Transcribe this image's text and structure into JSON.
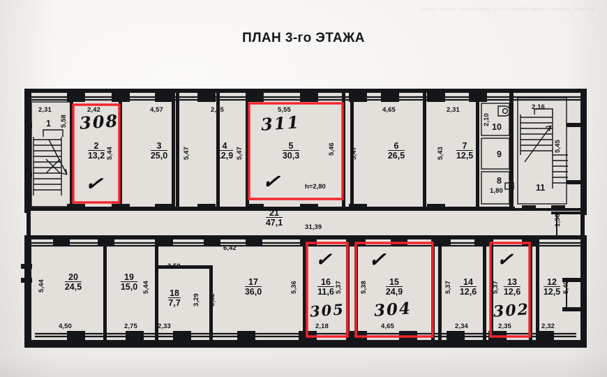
{
  "document": {
    "title": "ПЛАН 3-го ЭТАЖА",
    "type": "floor-plan-scan",
    "ceiling_note": "h=2,80",
    "corridor_length": "31,39",
    "right_edge_dim": "1,50",
    "colors": {
      "ink": "#121317",
      "highlight": "#f5232b",
      "paper": "#f3f1ef",
      "room_fill": "#e3e0db"
    }
  },
  "rooms": [
    {
      "id": "1",
      "number": "1",
      "area": null,
      "width": "2,31",
      "height": "5,58",
      "highlighted": false,
      "hand": null,
      "feature": "staircase"
    },
    {
      "id": "2",
      "number": "2",
      "area": "13,2",
      "width": "2,42",
      "height": "5,44",
      "highlighted": true,
      "hand": "308",
      "feature": null
    },
    {
      "id": "3",
      "number": "3",
      "area": "25,0",
      "width": "4,57",
      "height": "5,47",
      "highlighted": false,
      "hand": null,
      "feature": null
    },
    {
      "id": "4",
      "number": "4",
      "area": "12,9",
      "width": "2,35",
      "height": "5,47",
      "highlighted": false,
      "hand": null,
      "feature": null
    },
    {
      "id": "5",
      "number": "5",
      "area": "30,3",
      "width": "5,55",
      "height": "5,46",
      "highlighted": true,
      "hand": "311",
      "feature": "h=2,80"
    },
    {
      "id": "6",
      "number": "6",
      "area": "26,5",
      "width": "4,65",
      "height": "5,47",
      "highlighted": false,
      "hand": null,
      "feature": null
    },
    {
      "id": "7",
      "number": "7",
      "area": "12,5",
      "width": "2,31",
      "height": "5,43",
      "highlighted": false,
      "hand": null,
      "feature": null
    },
    {
      "id": "8",
      "number": "8",
      "area": null,
      "width": "1,80",
      "height": null,
      "highlighted": false,
      "hand": null,
      "feature": null
    },
    {
      "id": "9",
      "number": "9",
      "area": null,
      "width": null,
      "height": null,
      "highlighted": false,
      "hand": null,
      "feature": null
    },
    {
      "id": "10",
      "number": "10",
      "area": null,
      "width": "2,10",
      "height": null,
      "highlighted": false,
      "hand": null,
      "feature": "sink"
    },
    {
      "id": "11",
      "number": "11",
      "area": null,
      "width": "2,16",
      "height": "5,45",
      "highlighted": false,
      "hand": null,
      "feature": "staircase"
    },
    {
      "id": "12",
      "number": "12",
      "area": "12,5",
      "width": "2,32",
      "height": "5,40",
      "highlighted": false,
      "hand": null,
      "feature": null
    },
    {
      "id": "13",
      "number": "13",
      "area": "12,6",
      "width": "2,35",
      "height": "5,37",
      "highlighted": true,
      "hand": "302",
      "feature": null
    },
    {
      "id": "14",
      "number": "14",
      "area": "12,6",
      "width": "2,34",
      "height": "5,37",
      "highlighted": false,
      "hand": null,
      "feature": null
    },
    {
      "id": "15",
      "number": "15",
      "area": "24,9",
      "width": "4,65",
      "height": "5,38",
      "highlighted": true,
      "hand": "304",
      "feature": null
    },
    {
      "id": "16",
      "number": "16",
      "area": "11,6",
      "width": "2,18",
      "height": "5,37",
      "highlighted": true,
      "hand": "305",
      "feature": null
    },
    {
      "id": "17",
      "number": "17",
      "area": "36,0",
      "width": "6,42",
      "height": "5,36",
      "highlighted": false,
      "hand": null,
      "feature": null
    },
    {
      "id": "18",
      "number": "18",
      "area": "7,7",
      "width": "2,33",
      "height": "3,29",
      "highlighted": false,
      "hand": null,
      "feature": null
    },
    {
      "id": "19",
      "number": "19",
      "area": "15,0",
      "width": "2,75",
      "height": "5,44",
      "highlighted": false,
      "hand": null,
      "feature": null
    },
    {
      "id": "20",
      "number": "20",
      "area": "24,5",
      "width": "4,50",
      "height": "5,44",
      "highlighted": false,
      "hand": null,
      "feature": null
    },
    {
      "id": "21",
      "number": "21",
      "area": "47,1",
      "width": null,
      "height": null,
      "highlighted": false,
      "hand": null,
      "feature": "corridor"
    }
  ],
  "extra_dims": {
    "room18_top": "2,50",
    "room18_inner_v": "3,29",
    "room17_left_v": "3,52",
    "corridor_len": "31,39"
  },
  "labels": {
    "d_2_31a": "2,31",
    "d_5_58": "5,58",
    "d_2_42": "2,42",
    "d_5_44a": "5,44",
    "d_4_57": "4,57",
    "d_5_47a": "5,47",
    "d_2_35": "2,35",
    "d_5_47b": "5,47",
    "d_5_55": "5,55",
    "d_5_46": "5,46",
    "d_5_47c": "5,47",
    "d_4_65a": "4,65",
    "d_2_31b": "2,31",
    "d_5_43": "5,43",
    "d_2_10": "2,10",
    "d_1_80": "1,80",
    "d_2_16": "2,16",
    "d_5_45": "5,45",
    "d_1_50": "1,50",
    "d_5_44b": "5,44",
    "d_4_50": "4,50",
    "d_2_75": "2,75",
    "d_5_44c": "5,44",
    "d_2_50": "2,50",
    "d_2_33": "2,33",
    "d_3_29": "3,29",
    "d_3_52": "3,52",
    "d_6_42": "6,42",
    "d_5_36": "5,36",
    "d_5_37a": "5,37",
    "d_2_18": "2,18",
    "d_5_38": "5,38",
    "d_4_65b": "4,65",
    "d_5_37b": "5,37",
    "d_2_34": "2,34",
    "d_5_37c": "5,37",
    "d_2_35b": "2,35",
    "d_5_40": "5,40",
    "d_2_32": "2,32"
  },
  "showthrough_text": "деловой документ копия оборот листа просвечивает сквозь бумагу"
}
